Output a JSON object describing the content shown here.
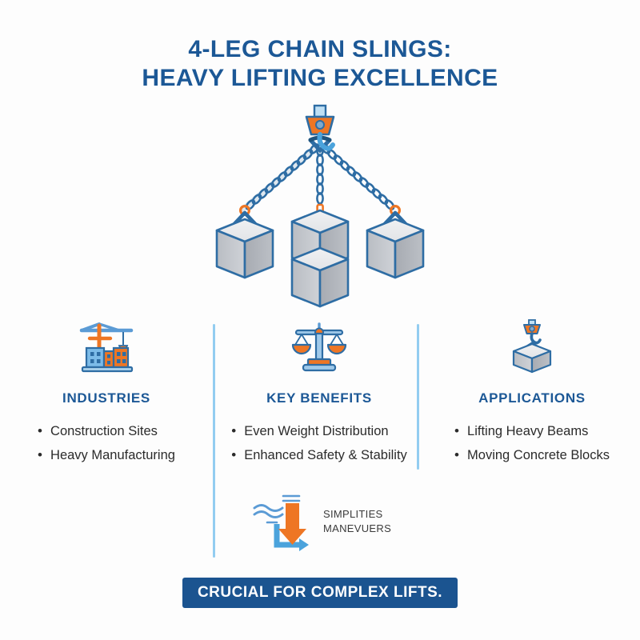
{
  "title": {
    "line1": "4-LEG CHAIN SLINGS:",
    "line2": "HEAVY LIFTING EXCELLENCE"
  },
  "hero": {
    "alt": "four-leg chain sling with hook lifting four concrete blocks",
    "hook_label": "crane-hook",
    "block_count": 4,
    "leg_count": 4
  },
  "columns": [
    {
      "id": "industries",
      "icon": "construction-crane-icon",
      "heading": "INDUSTRIES",
      "bullets": [
        "Construction Sites",
        "Heavy Manufacturing"
      ]
    },
    {
      "id": "key-benefits",
      "icon": "balance-scale-icon",
      "heading": "KEY BENEFITS",
      "bullets": [
        "Even Weight Distribution",
        "Enhanced Safety & Stability"
      ]
    },
    {
      "id": "applications",
      "icon": "hook-lifting-block-icon",
      "heading": "APPLICATIONS",
      "bullets": [
        "Lifting Heavy Beams",
        "Moving Concrete Blocks"
      ]
    }
  ],
  "simplify": {
    "icon": "down-arrow-flow-icon",
    "line1": "SIMPLITIES",
    "line2": "MANEVUERS"
  },
  "banner": {
    "text": "CRUCIAL FOR COMPLEX LIFTS."
  },
  "colors": {
    "brand_blue": "#1c5896",
    "banner_blue": "#1b5490",
    "accent_orange": "#ee7624",
    "light_blue": "#93cdf0",
    "chain_blue": "#2e6da4",
    "block_grey": "#c9ccd1",
    "background": "#fdfdfd",
    "body_text": "#2b2b2b"
  }
}
